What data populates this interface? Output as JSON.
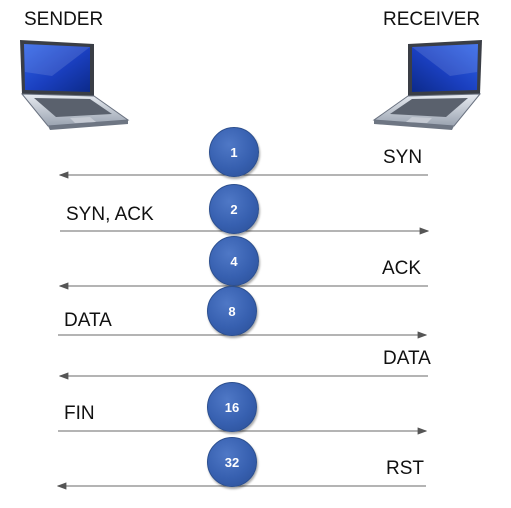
{
  "hosts": {
    "sender": "SENDER",
    "receiver": "RECEIVER"
  },
  "messages": [
    {
      "step": "1",
      "label": "SYN",
      "direction": "left"
    },
    {
      "step": "2",
      "label": "SYN, ACK",
      "direction": "right"
    },
    {
      "step": "4",
      "label": "ACK",
      "direction": "left"
    },
    {
      "step": "8",
      "label": "DATA",
      "direction": "right"
    },
    {
      "step": "",
      "label": "DATA",
      "direction": "left"
    },
    {
      "step": "16",
      "label": "FIN",
      "direction": "right"
    },
    {
      "step": "32",
      "label": "RST",
      "direction": "left"
    }
  ],
  "colors": {
    "circle": "#3760b0",
    "arrow": "#888888",
    "screen": "#1f49c8"
  },
  "icons": {
    "sender": "laptop-icon",
    "receiver": "laptop-icon"
  }
}
